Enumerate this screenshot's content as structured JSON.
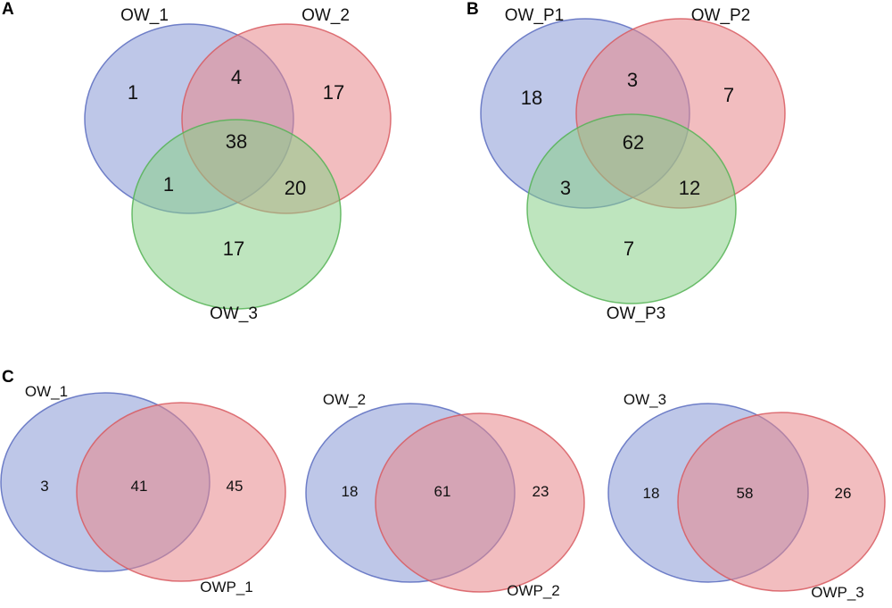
{
  "colors": {
    "blue_fill": "#8899d6",
    "blue_stroke": "#5a6cc0",
    "red_fill": "#e8868a",
    "red_stroke": "#d85a60",
    "green_fill": "#88d088",
    "green_stroke": "#55b355"
  },
  "panels": {
    "a": {
      "letter": "A",
      "sets": {
        "s1": "OW_1",
        "s2": "OW_2",
        "s3": "OW_3"
      },
      "counts": {
        "only1": "1",
        "only2": "17",
        "only3": "17",
        "s12": "4",
        "s13": "1",
        "s23": "20",
        "s123": "38"
      }
    },
    "b": {
      "letter": "B",
      "sets": {
        "s1": "OW_P1",
        "s2": "OW_P2",
        "s3": "OW_P3"
      },
      "counts": {
        "only1": "18",
        "only2": "7",
        "only3": "7",
        "s12": "3",
        "s13": "3",
        "s23": "12",
        "s123": "62"
      }
    },
    "c": {
      "letter": "C",
      "pairs": [
        {
          "left": "OW_1",
          "right": "OWP_1",
          "left_only": "3",
          "both": "41",
          "right_only": "45"
        },
        {
          "left": "OW_2",
          "right": "OWP_2",
          "left_only": "18",
          "both": "61",
          "right_only": "23"
        },
        {
          "left": "OW_3",
          "right": "OWP_3",
          "left_only": "18",
          "both": "58",
          "right_only": "26"
        }
      ]
    }
  }
}
